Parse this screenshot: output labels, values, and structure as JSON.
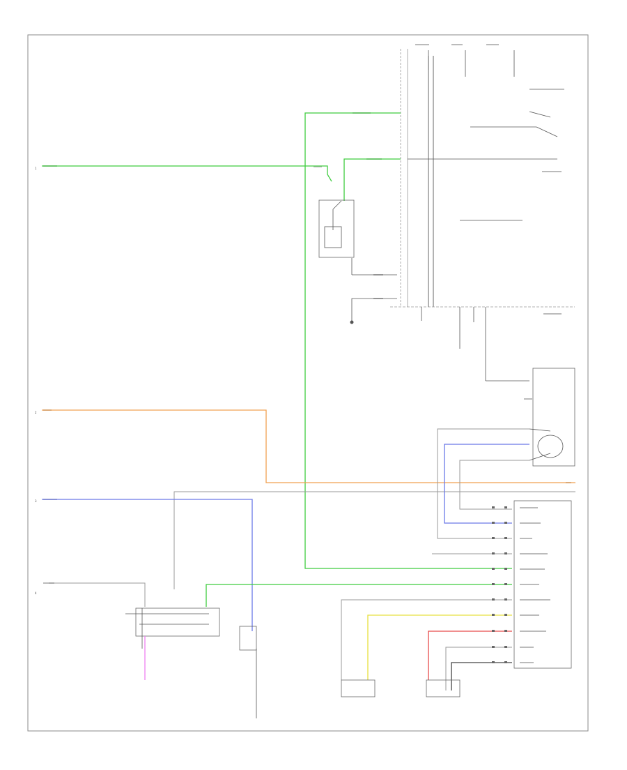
{
  "colors": {
    "green": "#3fcc3f",
    "orange": "#f0a050",
    "blue": "#6a78e8",
    "gray": "#9a9a9a",
    "yellow": "#e8e040",
    "red": "#e84a4a",
    "pink": "#ee7ff0",
    "black": "#333333"
  },
  "side_markers": [
    "1",
    "2",
    "3",
    "4"
  ],
  "footer_code": "  "
}
